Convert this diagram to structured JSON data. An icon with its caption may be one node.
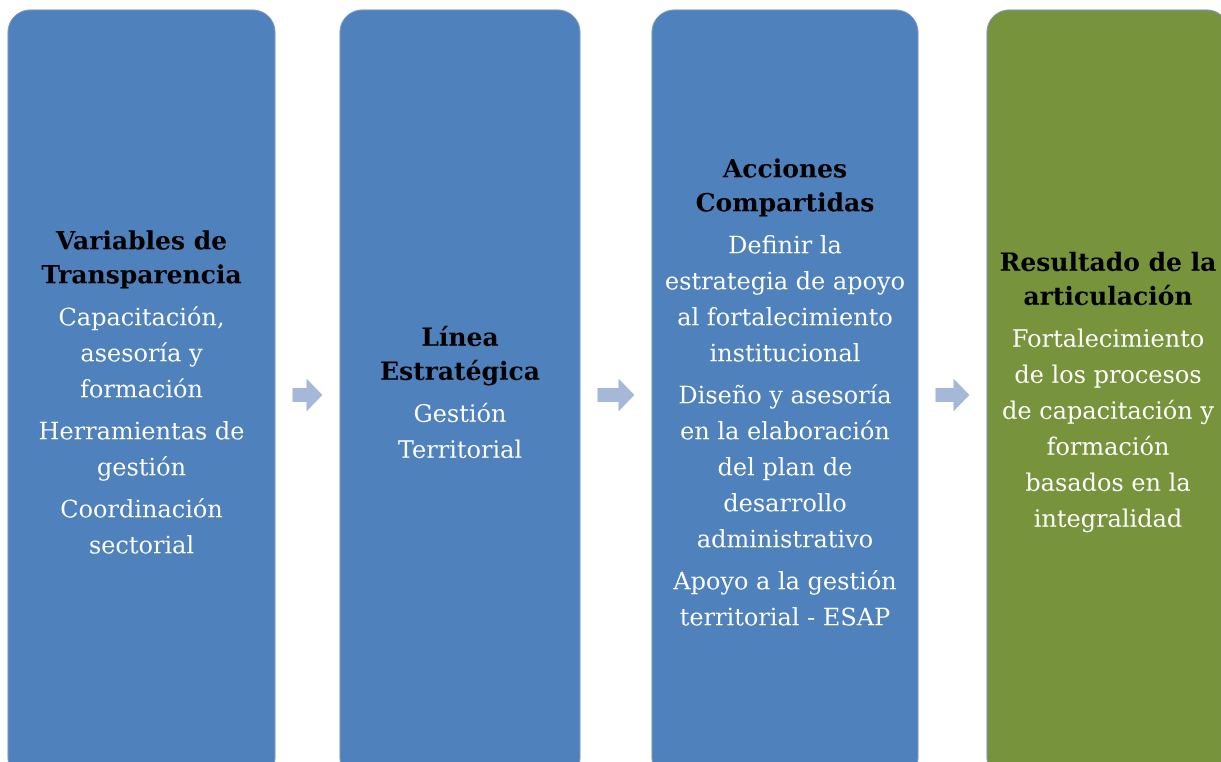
{
  "diagram": {
    "nodes": [
      {
        "text": [
          "Variables de Transparencia",
          "Capacitación, asesoría y formación",
          "Herramientas de gestión",
          "Coordinación sectorial"
        ]
      },
      {
        "text": [
          "Línea Estratégica",
          "Gestión Territorial"
        ]
      },
      {
        "text": [
          "Acciones Compartidas",
          "Definir la estrategia de apoyo al fortalecimiento institucional",
          "Diseño y asesoría en la elaboración del plan de desarrollo administrativo",
          "Apoyo a la gestión territorial - ESAP"
        ]
      },
      {
        "text": [
          "Resultado de la articulación",
          "Fortalecimiento de los procesos de capacitación y formación basados en la integralidad"
        ]
      }
    ],
    "edges": [
      {
        "from": 0,
        "to": 1,
        "arrow": "to"
      },
      {
        "from": 1,
        "to": 2,
        "arrow": "to"
      },
      {
        "from": 2,
        "to": 3,
        "arrow": "to"
      }
    ]
  }
}
